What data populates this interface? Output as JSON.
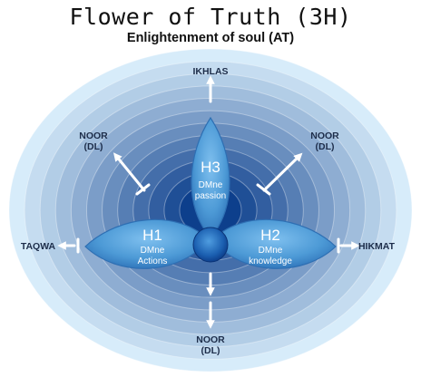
{
  "header": {
    "title": "Flower of Truth (3H)",
    "subtitle": "Enlightenment of soul (AT)"
  },
  "labels": {
    "top": "IKHLAS",
    "upper_left_line1": "NOOR",
    "upper_left_line2": "(DL)",
    "upper_right_line1": "NOOR",
    "upper_right_line2": "(DL)",
    "left": "TAQWA",
    "right": "HIKMAT",
    "bottom_line1": "NOOR",
    "bottom_line2": "(DL)"
  },
  "petals": {
    "h3": {
      "title": "H3",
      "line1": "DMne",
      "line2": "passion"
    },
    "h1": {
      "title": "H1",
      "line1": "DMne",
      "line2": "Actions"
    },
    "h2": {
      "title": "H2",
      "line1": "DMne",
      "line2": "knowledge"
    }
  },
  "colors": {
    "ring_outer": "#d7ecfa",
    "ring_inner": "#0d3f8c",
    "petal": "#4d9ad6",
    "arrow": "#ffffff"
  }
}
